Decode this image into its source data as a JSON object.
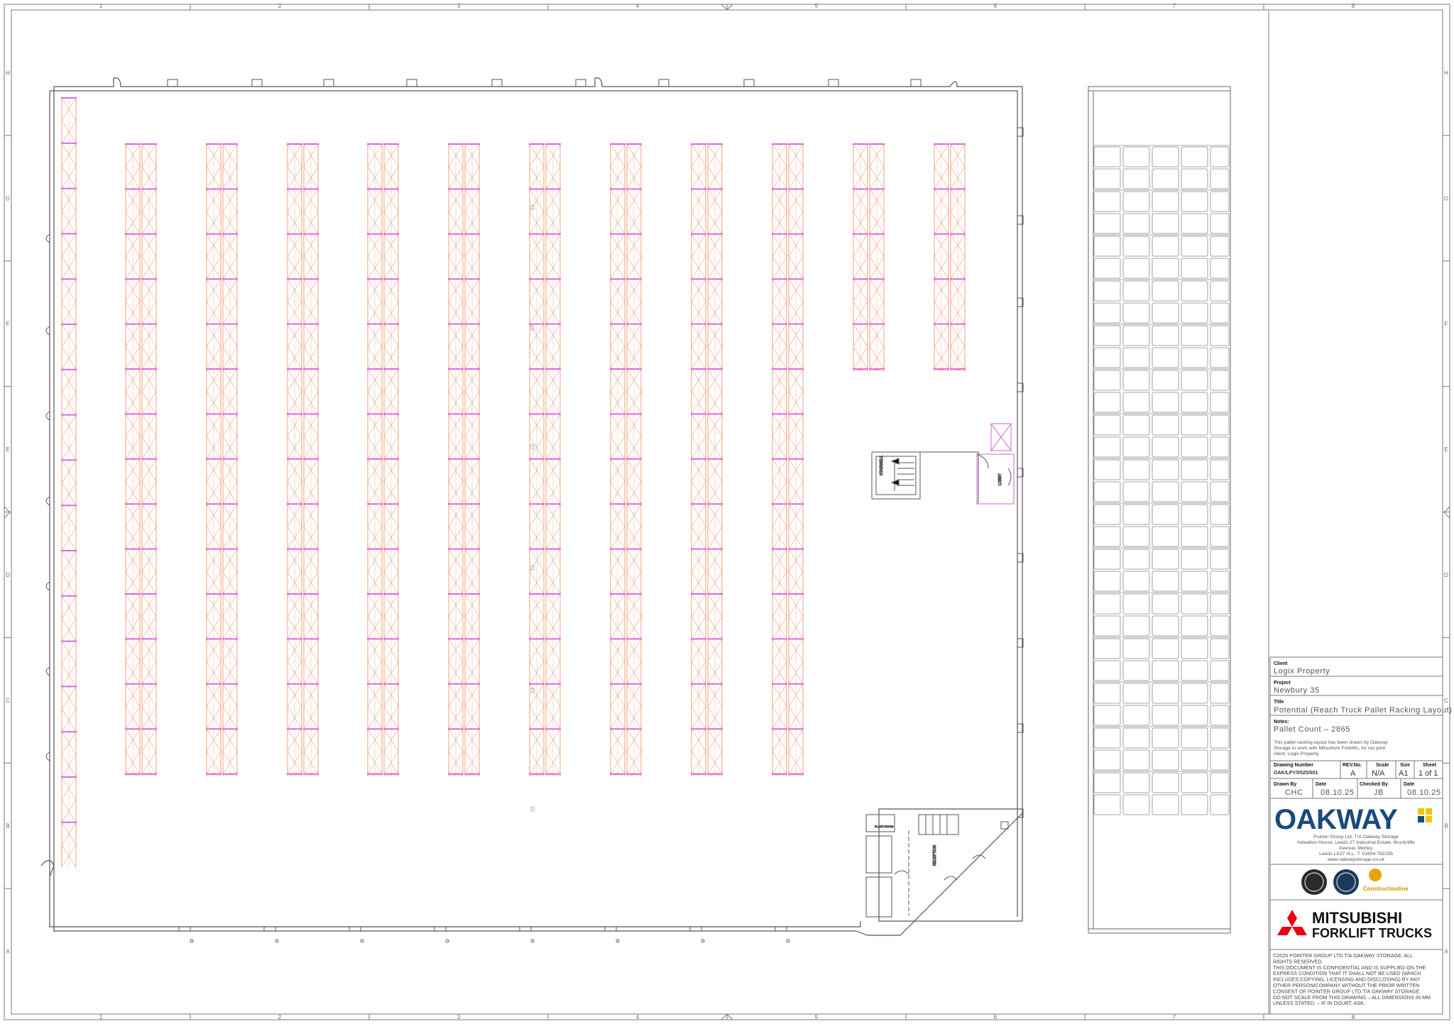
{
  "grid": {
    "columns": [
      "1",
      "2",
      "3",
      "4",
      "5",
      "6",
      "7",
      "8"
    ],
    "rows": [
      "H",
      "G",
      "F",
      "E",
      "D",
      "C",
      "B",
      "A"
    ]
  },
  "title_block": {
    "client_label": "Client",
    "client": "Logix Property",
    "project_label": "Project",
    "project": "Newbury 35",
    "title_label": "Title",
    "title": "Potential (Reach Truck Pallet Racking Layout)",
    "notes_label": "Notes:",
    "pallet_count": "Pallet Count – 2865",
    "note_text": "This pallet racking layout has been drawn by Oakway Storage to work with Mitsubishi Forklifts, for our joint client, Logix Property.",
    "drawing_number_label": "Drawing Number",
    "drawing_number": "OAK/LPY/0525/001",
    "rev_label": "REV.No.",
    "rev": "A",
    "scale_label": "Scale",
    "scale": "N/A",
    "size_label": "Size",
    "size": "A1",
    "sheet_label": "Sheet",
    "sheet": "1 of 1",
    "drawn_by_label": "Drawn By",
    "drawn_by": "CHC",
    "date_label": "Date",
    "date": "08.10.25",
    "checked_by_label": "Checked By",
    "checked_by": "JB",
    "date2_label": "Date",
    "date2": "08.10.25",
    "company_logo": "OAKWAY",
    "company_lines": [
      "Pointer Group Ltd. T/A Oakway Storage",
      "Adwalton House, Leeds 27 Industrial Estate, Bruntcliffe",
      "Avenue, Morley,",
      "Leeds LS27 0LL. T: 01604 782255",
      "www.oakwaystorage.co.uk"
    ],
    "accreditations": [
      "badge-1",
      "badge-2",
      "Constructionline"
    ],
    "partner_logo": [
      "MITSUBISHI",
      "FORKLIFT TRUCKS"
    ],
    "copyright_lines": [
      "©2025 POINTER GROUP LTD T/A OAKWAY STORAGE. ALL",
      "RIGHTS RESERVED.",
      "THIS DOCUMENT IS CONFIDENTIAL AND IS SUPPLIED ON THE",
      "EXPRESS CONDITION THAT IT SHALL NOT BE USED (WHICH",
      "INCLUDES COPYING, LICENSING AND DISCLOSING) BY ANY",
      "OTHER PERSON/COMPANY WITHOUT THE PRIOR WRITTEN",
      "CONSENT OF POINTER GROUP LTD T/A OAKWAY STORAGE.",
      "",
      "DO NOT SCALE FROM THIS DRAWING – ALL DIMENSIONS IN MM",
      "UNLESS STATED. – IF IN DOUBT, ASK."
    ]
  },
  "rooms": {
    "stairwell": "STAIRWELL",
    "lobby": "LOBBY",
    "reception": "RECEPTION",
    "plant": "PLANT ROOM"
  },
  "colors": {
    "rack_frame": "#f2a07a",
    "rack_beam": "#e066e0",
    "walls": "#555555",
    "yard": "#666666",
    "brand_blue": "#1a4a7a",
    "brand_yellow": "#f5c400",
    "mitsubishi_red": "#e60012"
  }
}
